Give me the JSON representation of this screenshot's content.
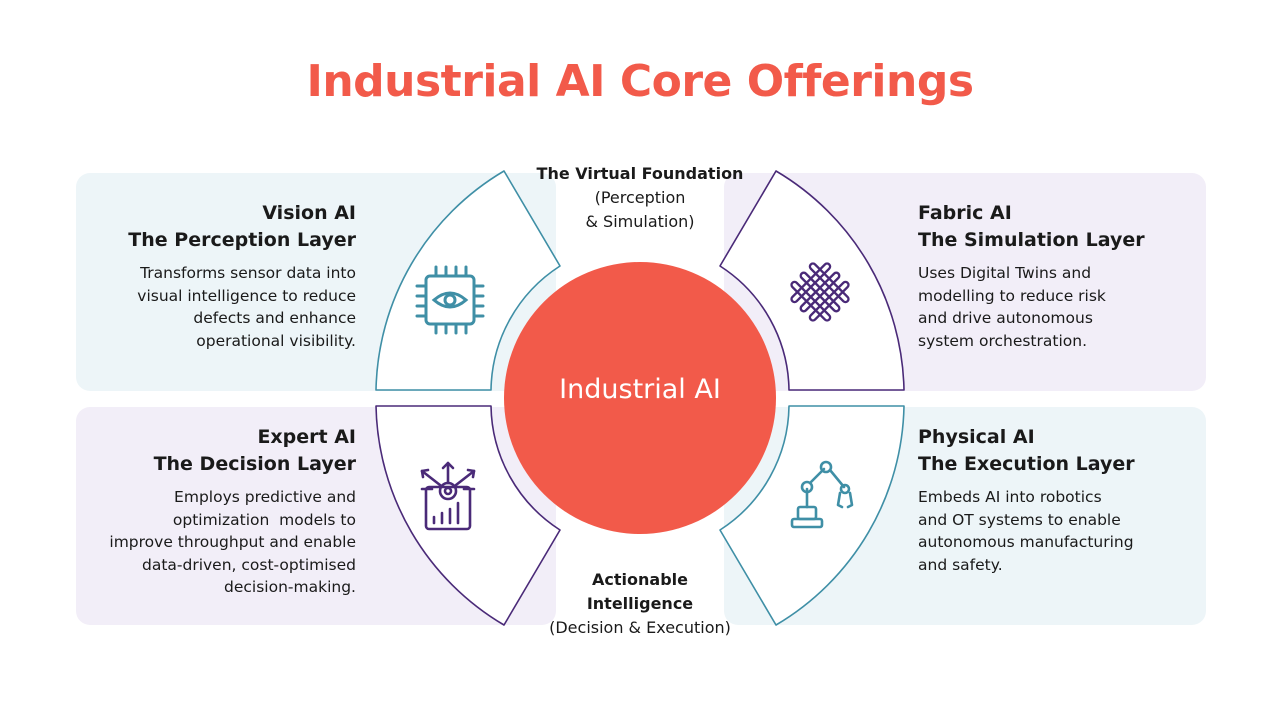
{
  "title": "Industrial AI Core Offerings",
  "center": {
    "label": "Industrial AI",
    "color": "#f25a4a"
  },
  "top_caption": {
    "line1": "The Virtual Foundation",
    "line2": "(Perception",
    "line3": "& Simulation)"
  },
  "bottom_caption": {
    "line1": "Actionable",
    "line2": "Intelligence",
    "line3": "(Decision & Execution)"
  },
  "blocks": {
    "vision": {
      "title": "Vision AI",
      "subtitle": "The Perception Layer",
      "desc": [
        "Transforms sensor data into",
        "visual intelligence to reduce",
        "defects and enhance",
        "operational visibility."
      ],
      "icon": "eye-chip-icon"
    },
    "fabric": {
      "title": "Fabric AI",
      "subtitle": "The Simulation Layer",
      "desc": [
        "Uses Digital Twins and",
        "modelling to reduce risk",
        "and drive autonomous",
        "system orchestration."
      ],
      "icon": "woven-fabric-icon"
    },
    "expert": {
      "title": "Expert AI",
      "subtitle": "The Decision Layer",
      "desc": [
        "Employs predictive and",
        "optimization  models to",
        "improve throughput and enable",
        "data-driven, cost-optimised",
        "decision-making."
      ],
      "icon": "gear-chart-icon"
    },
    "physical": {
      "title": "Physical AI",
      "subtitle": "The Execution Layer",
      "desc": [
        "Embeds AI into robotics",
        "and OT systems to enable",
        "autonomous manufacturing",
        "and safety."
      ],
      "icon": "robot-arm-icon"
    }
  },
  "colors": {
    "teal": "#3f8fa6",
    "purple": "#4a2a78",
    "teal_panel": "#edf5f8",
    "purple_panel": "#f2eef8"
  }
}
